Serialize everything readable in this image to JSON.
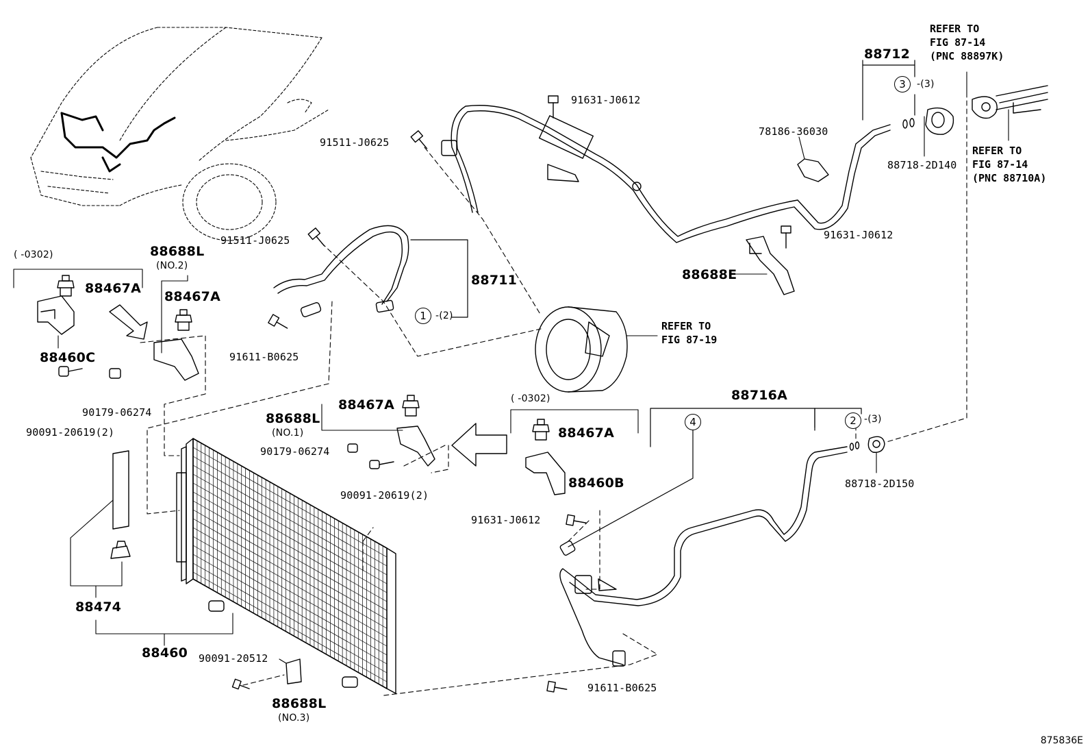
{
  "parts": {
    "p88712": "88712",
    "p88711": "88711",
    "p88716A": "88716A",
    "p88460": "88460",
    "p88474": "88474",
    "p88460C": "88460C",
    "p88460B": "88460B",
    "p88688E": "88688E",
    "p88688L_no2": "88688L",
    "p88688L_no1": "88688L",
    "p88688L_no3": "88688L",
    "p88467A_left": "88467A",
    "p88467A_no2": "88467A",
    "p88467A_no1": "88467A",
    "p88467A_right": "88467A",
    "b91631_top": "91631-J0612",
    "b91631_mid": "91631-J0612",
    "b91631_low": "91631-J0612",
    "b91511_top": "91511-J0625",
    "b91511_mid": "91511-J0625",
    "b91611_mid": "91611-B0625",
    "b91611_low": "91611-B0625",
    "c78186": "78186-36030",
    "o88718_140": "88718-2D140",
    "o88718_150": "88718-2D150",
    "n90179_a": "90179-06274",
    "n90179_b": "90179-06274",
    "s90091_a": "90091-20619(2)",
    "s90091_b": "90091-20619(2)",
    "s90091_c": "90091-20512"
  },
  "notes": {
    "no1": "(NO.1)",
    "no2": "(NO.2)",
    "no3": "(NO.3)",
    "range_left": "(      -0302)",
    "range_right": "(      -0302)",
    "qty3_a": "-(3)",
    "qty3_b": "-(3)",
    "qty2": "-(2)"
  },
  "callouts": {
    "c1": "1",
    "c2": "2",
    "c3": "3",
    "c4": "4"
  },
  "refers": {
    "r1": [
      "REFER TO",
      "FIG 87-14",
      "(PNC 88897K)"
    ],
    "r2": [
      "REFER TO",
      "FIG 87-14",
      "(PNC 88710A)"
    ],
    "r3": [
      "REFER TO",
      "FIG 87-19"
    ]
  },
  "diagram_code": "875836E"
}
